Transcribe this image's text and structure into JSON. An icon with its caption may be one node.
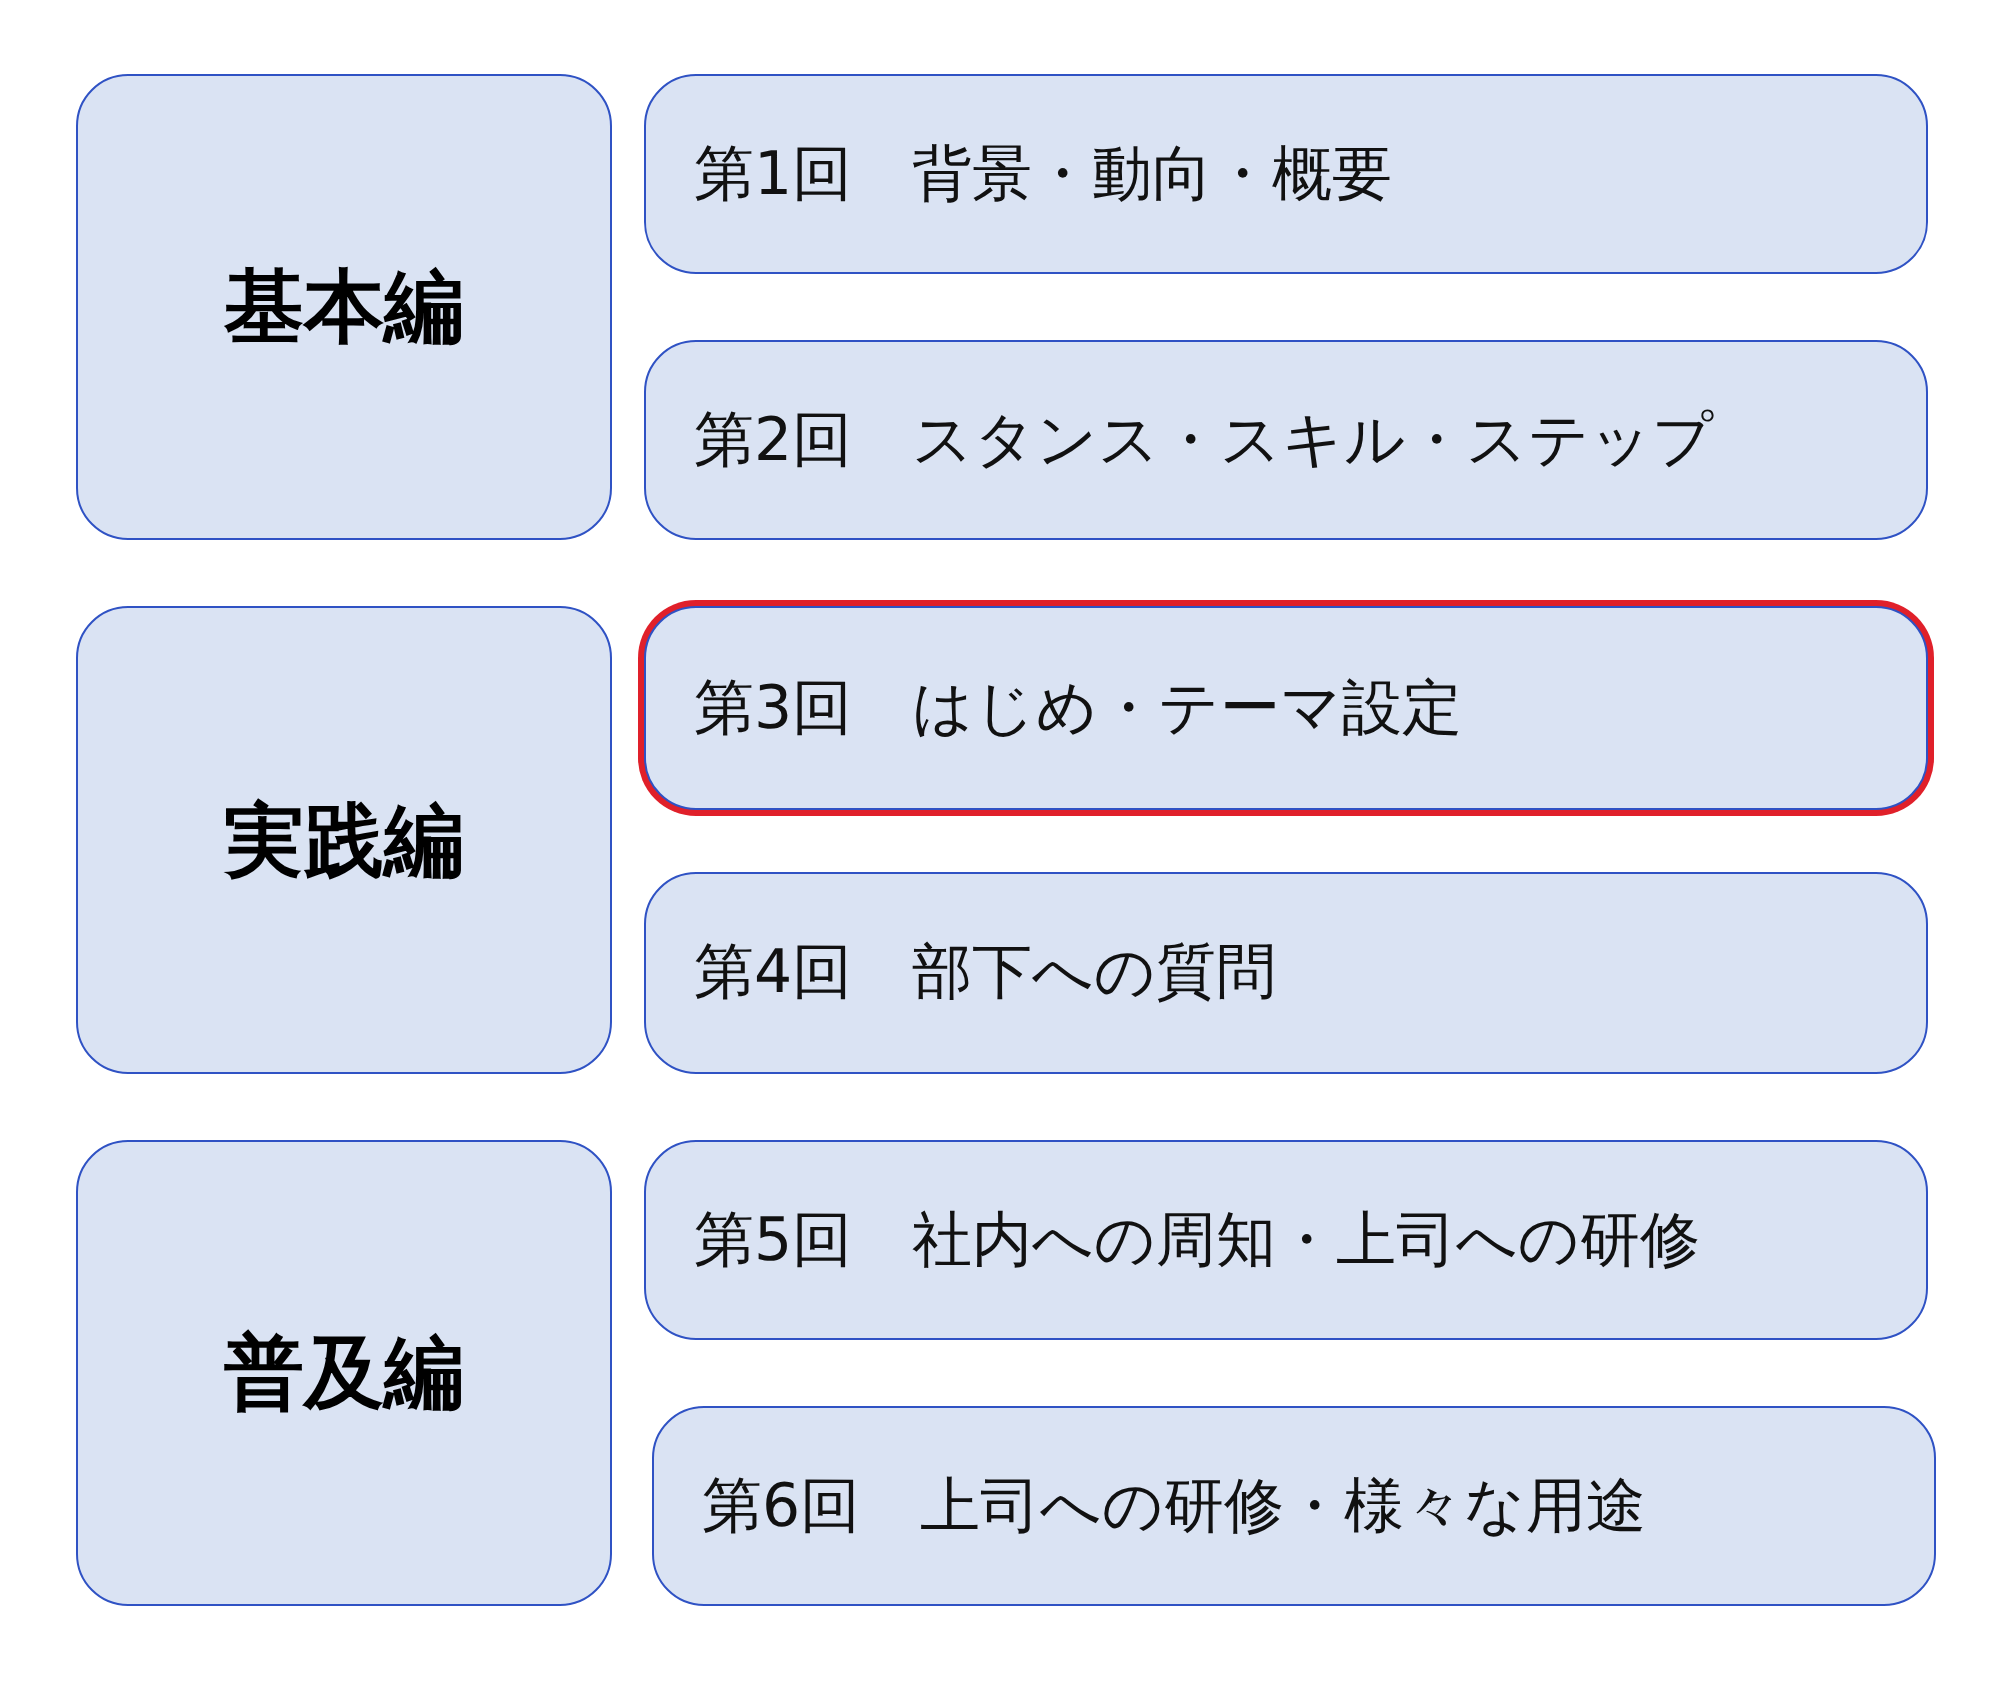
{
  "diagram": {
    "nodes": [
      {
        "text": [
          "基本編"
        ]
      },
      {
        "text": [
          "第1回　背景・動向・概要"
        ]
      },
      {
        "text": [
          "第2回　スタンス・スキル・ステップ"
        ]
      },
      {
        "text": [
          "実践編"
        ]
      },
      {
        "text": [
          "第3回　はじめ・テーマ設定"
        ]
      },
      {
        "text": [
          "第4回　部下への質問"
        ]
      },
      {
        "text": [
          "普及編"
        ]
      },
      {
        "text": [
          "第5回　社内への周知・上司への研修"
        ]
      },
      {
        "text": [
          "第6回　上司への研修・様々な用途"
        ]
      }
    ]
  }
}
